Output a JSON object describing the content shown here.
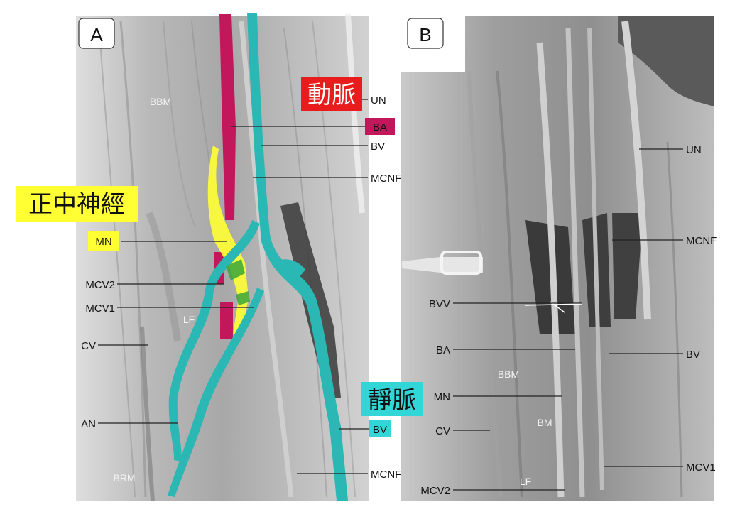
{
  "panels": [
    {
      "letter": "A"
    },
    {
      "letter": "B"
    }
  ],
  "captions": {
    "artery": "動脈",
    "median_nerve": "正中神經",
    "vein": "靜脈"
  },
  "panel_a": {
    "labels_right": {
      "un": "UN",
      "ba": "BA",
      "bv": "BV",
      "mcnf": "MCNF",
      "bv2": "BV",
      "mcnf2": "MCNF"
    },
    "labels_left": {
      "mn": "MN",
      "mcv2": "MCV2",
      "mcv1": "MCV1",
      "cv": "CV",
      "an": "AN"
    },
    "tissue": {
      "bbm": "BBM",
      "lf": "LF",
      "brm": "BRM"
    }
  },
  "panel_b": {
    "labels_right": {
      "un": "UN",
      "mcnf": "MCNF",
      "bv": "BV",
      "mcv1": "MCV1"
    },
    "labels_left": {
      "bvv": "BVV",
      "ba": "BA",
      "mn": "MN",
      "cv": "CV",
      "mcv2": "MCV2"
    },
    "tissue": {
      "bbm": "BBM",
      "bm": "BM",
      "lf": "LF"
    }
  },
  "colors": {
    "artery": "#c2175b",
    "nerve": "#ffff33",
    "vein": "#2bb7b3",
    "artery_box": "#e81c1c",
    "vein_box": "#33d6d6"
  }
}
